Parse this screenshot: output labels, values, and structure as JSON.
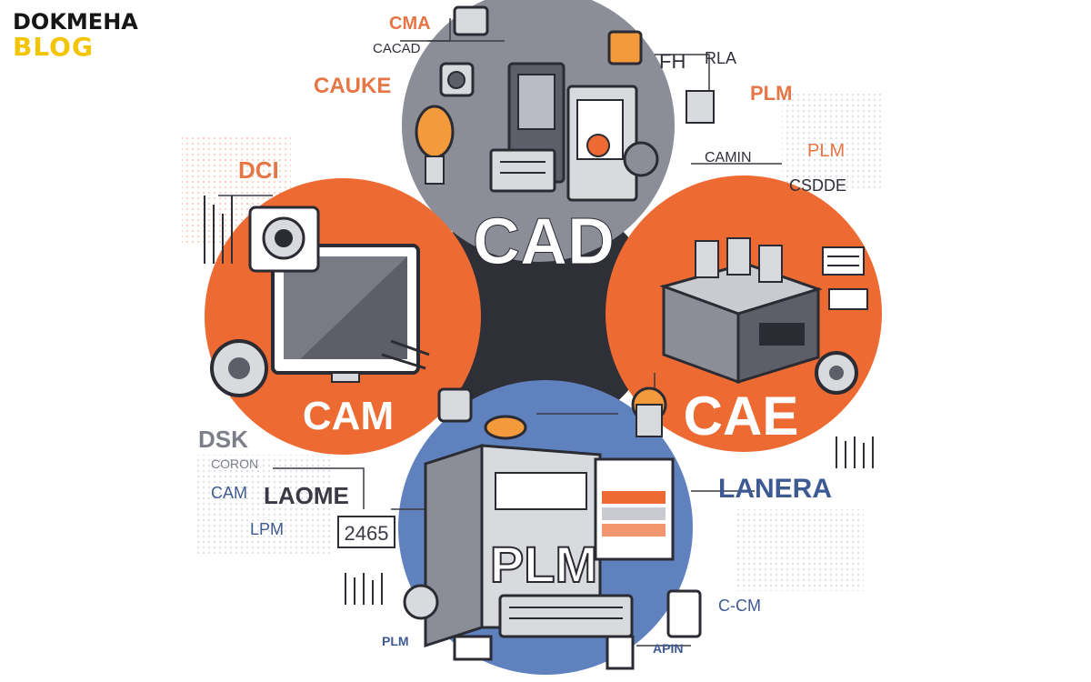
{
  "brand": {
    "line1": "DOKMEHA",
    "line2": "BLOG"
  },
  "hubs": {
    "cad": "CAD",
    "cam": "CAM",
    "cae": "CAE",
    "plm": "PLM"
  },
  "labels": {
    "cma": "CMA",
    "cacad": "CACAD",
    "cauke": "CAUKE",
    "dci": "DCI",
    "fh": "FH",
    "rla": "RLA",
    "plm_top": "PLM",
    "plm_right": "PLM",
    "camin": "CAMIN",
    "csdde": "CSDDE",
    "dsk": "DSK",
    "coron": "CORON",
    "cam_side": "CAM",
    "laome": "LAOME",
    "lpm": "LPM",
    "n2465": "2465",
    "lanera": "LANERA",
    "plm_bottom": "PLM",
    "apin": "APIN",
    "ccm": "C-CM"
  },
  "colors": {
    "orange": "#ee6a33",
    "gray": "#8b8e97",
    "blue": "#5f82be",
    "dark": "#2f2f38",
    "label_orange": "#e67645",
    "label_gray": "#7c7f88",
    "label_blue": "#3d5a92"
  },
  "icons": [
    "monitor-icon",
    "server-icon",
    "machine-block-icon",
    "computer-tower-icon",
    "keyboard-icon",
    "camera-icon",
    "gear-icon",
    "lamp-icon",
    "chip-icon"
  ]
}
